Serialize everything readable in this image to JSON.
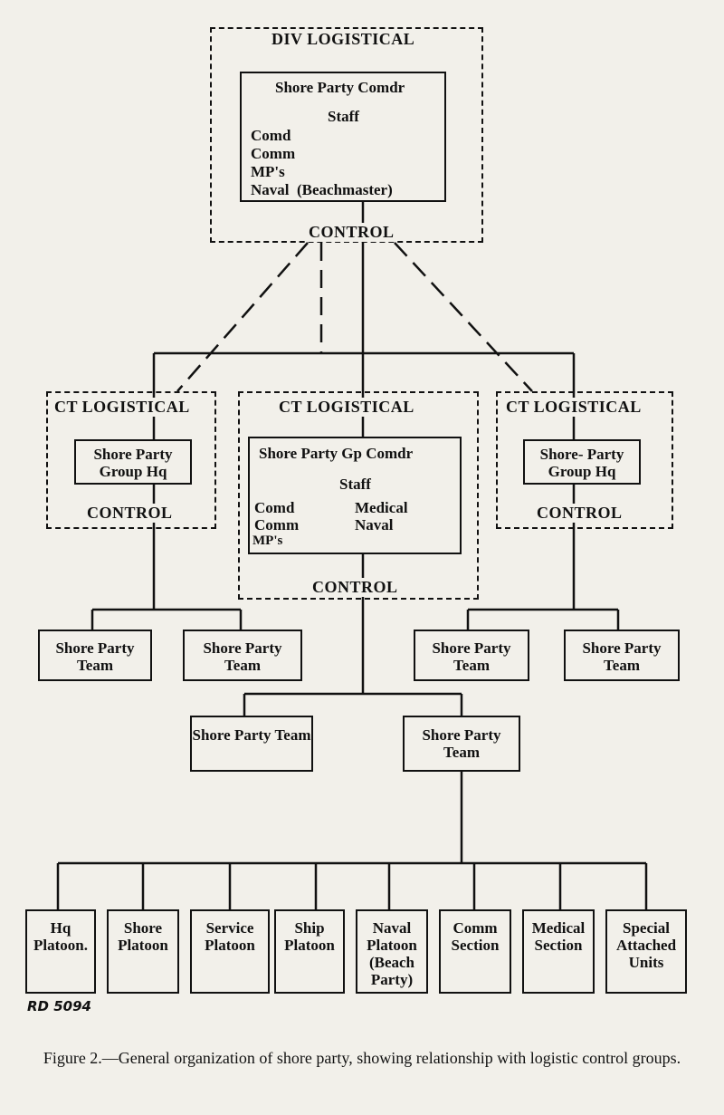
{
  "div": {
    "zone_title": "DIV LOGISTICAL",
    "commander": "Shore Party Comdr",
    "staff_heading": "Staff",
    "staff": [
      "Comd",
      "Comm",
      "MP's",
      "Naval  (Beachmaster)"
    ],
    "control": "CONTROL"
  },
  "ct_left": {
    "zone_title": "CT LOGISTICAL",
    "hq": "Shore Party Group Hq",
    "control": "CONTROL"
  },
  "ct_center": {
    "zone_title": "CT LOGISTICAL",
    "commander": "Shore Party Gp Comdr",
    "staff_heading": "Staff",
    "staff_left": [
      "Comd",
      "Comm",
      "MP's"
    ],
    "staff_right": [
      "Medical",
      "Naval"
    ],
    "control": "CONTROL"
  },
  "ct_right": {
    "zone_title": "CT LOGISTICAL",
    "hq": "Shore- Party Group Hq",
    "control": "CONTROL"
  },
  "teams": {
    "left_a": "Shore Party Team",
    "left_b": "Shore Party Team",
    "right_a": "Shore Party Team",
    "right_b": "Shore Party Team",
    "center_a": "Shore Party Team",
    "center_b": "Shore Party Team"
  },
  "units": [
    "Hq Platoon.",
    "Shore Platoon",
    "Service Platoon",
    "Ship Platoon",
    "Naval Platoon (Beach Party)",
    "Comm Section",
    "Medical Section",
    "Special Attached Units"
  ],
  "figure_code": "RD 5094",
  "caption": "Figure 2.—General organization of shore party, showing relationship with logistic control groups."
}
